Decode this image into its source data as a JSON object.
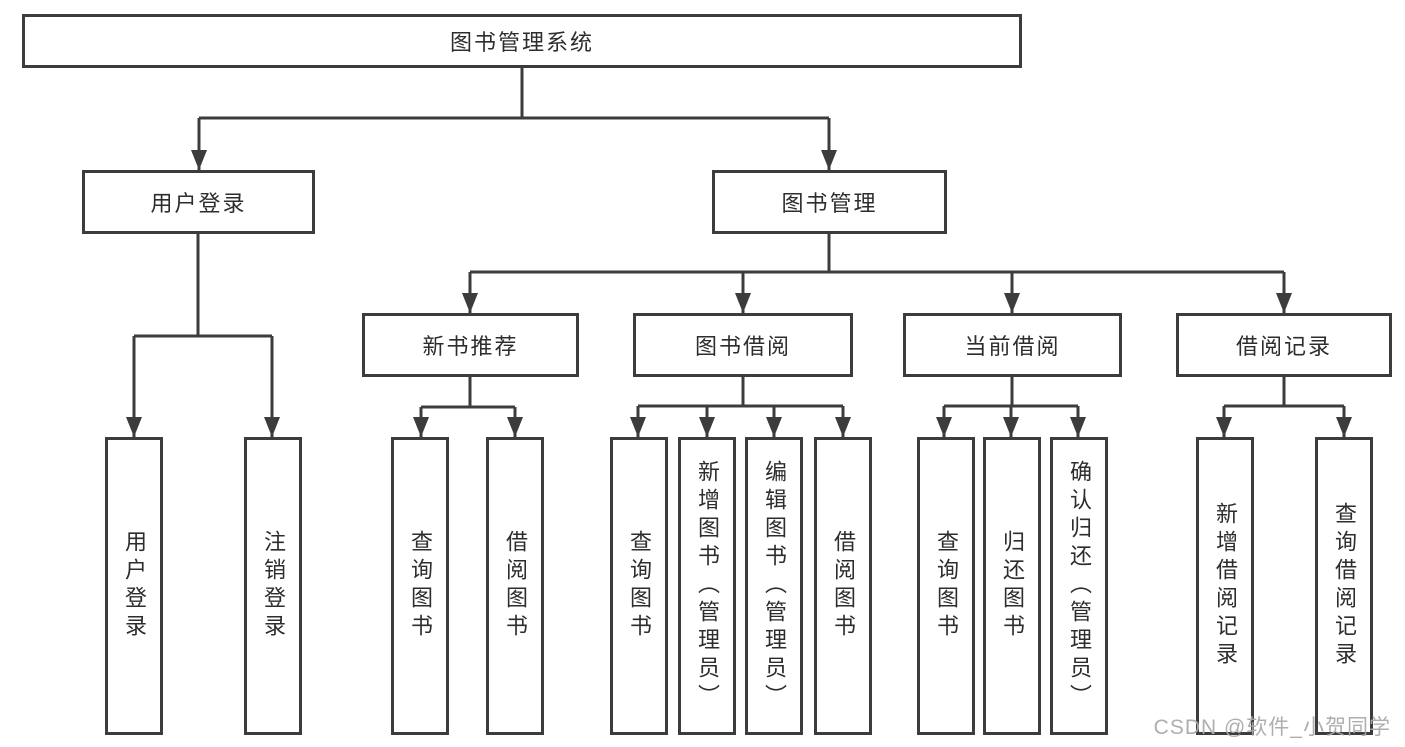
{
  "tree": {
    "root": {
      "label": "图书管理系统"
    },
    "branches": [
      {
        "label": "用户登录",
        "children": [
          {
            "label": "用户登录"
          },
          {
            "label": "注销登录"
          }
        ]
      },
      {
        "label": "图书管理",
        "groups": [
          {
            "label": "新书推荐",
            "children": [
              {
                "label": "查询图书"
              },
              {
                "label": "借阅图书"
              }
            ]
          },
          {
            "label": "图书借阅",
            "children": [
              {
                "label": "查询图书"
              },
              {
                "label": "新增图书（管理员）"
              },
              {
                "label": "编辑图书（管理员）"
              },
              {
                "label": "借阅图书"
              }
            ]
          },
          {
            "label": "当前借阅",
            "children": [
              {
                "label": "查询图书"
              },
              {
                "label": "归还图书"
              },
              {
                "label": "确认归还（管理员）"
              }
            ]
          },
          {
            "label": "借阅记录",
            "children": [
              {
                "label": "新增借阅记录"
              },
              {
                "label": "查询借阅记录"
              }
            ]
          }
        ]
      }
    ]
  },
  "watermark": "CSDN @软件_小贺同学",
  "colors": {
    "line": "#3c3c3c",
    "text": "#2d2d2d",
    "box_background": "#ffffff",
    "page_background": "#ffffff",
    "watermark": "#aaaaaa"
  }
}
